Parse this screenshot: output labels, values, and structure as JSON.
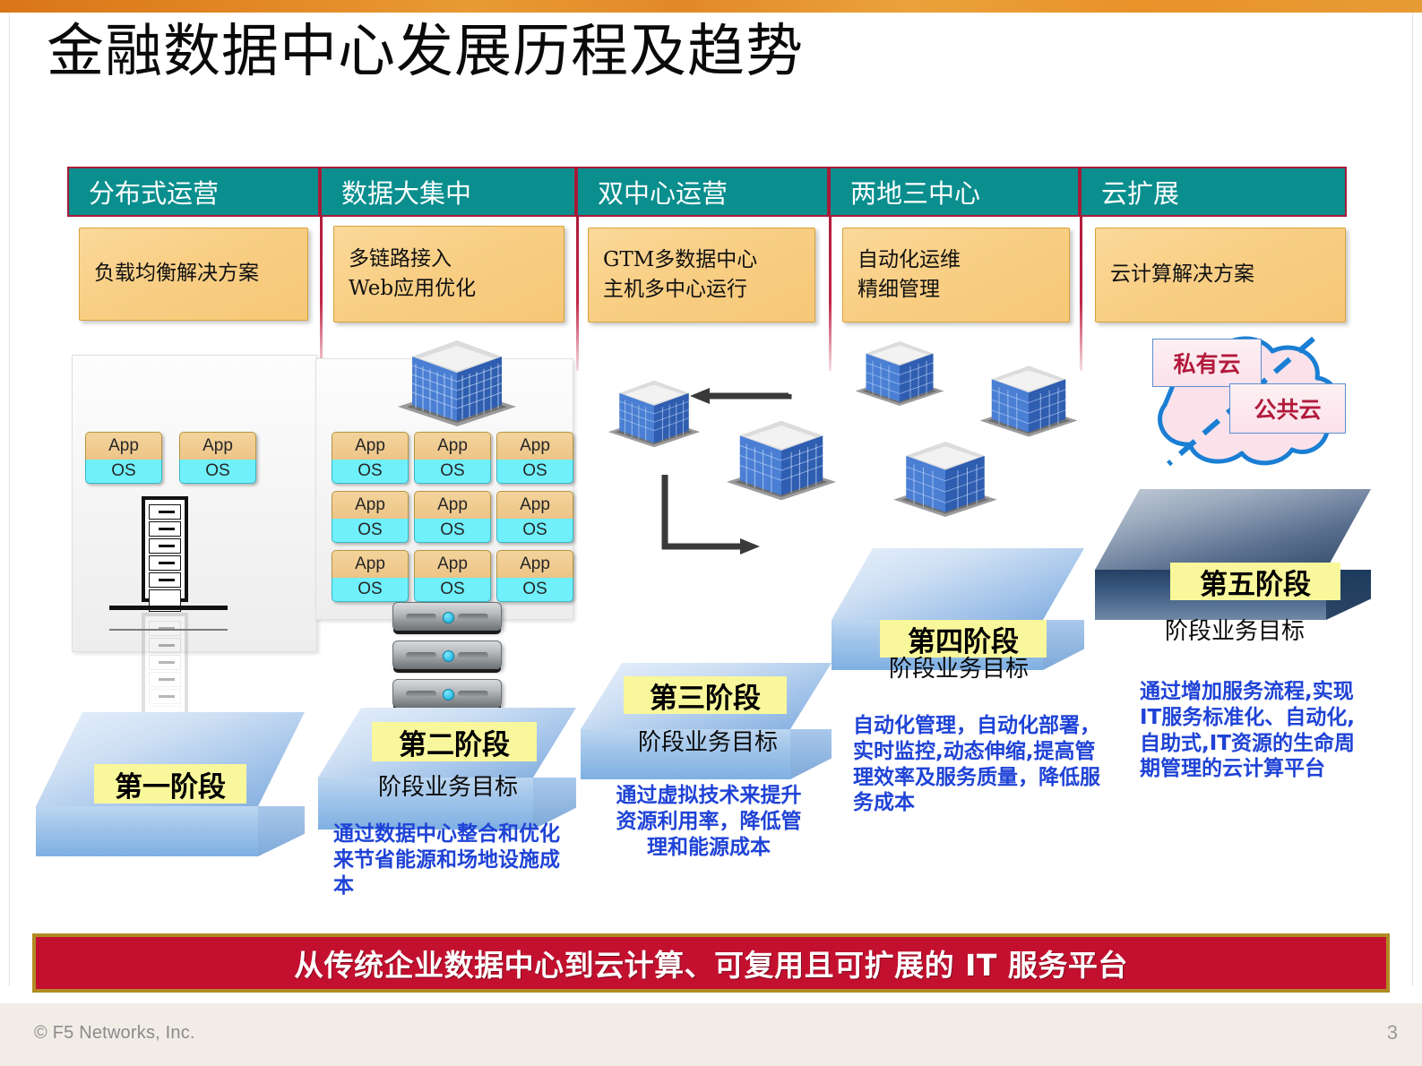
{
  "slide": {
    "title": "金融数据中心发展历程及趋势",
    "page_number": "3",
    "copyright": "© F5 Networks, Inc.",
    "banner": "从传统企业数据中心到云计算、可复用且可扩展的 IT 服务平台"
  },
  "colors": {
    "header_teal": "#0a8e8e",
    "divider_crimson": "#b01b3c",
    "solution_orange": "#f6c876",
    "stage_label_yellow": "#f9f79b",
    "description_blue": "#1f43d6",
    "banner_red": "#c4102f",
    "banner_gold_border": "#b08b23",
    "topbar_orange": "#e28523",
    "app_box": "#edc487",
    "os_box": "#6ff0fb",
    "cloud_outline": "#1a7fd4",
    "cloud_fill": "#fbe2ea",
    "cloud_text_red": "#b21a3c"
  },
  "columns": [
    {
      "header": "分布式运营",
      "solution": "负载均衡解决方案"
    },
    {
      "header": "数据大集中",
      "solution": "多链路接入\nWeb应用优化"
    },
    {
      "header": "双中心运营",
      "solution": "GTM多数据中心\n主机多中心运行"
    },
    {
      "header": "两地三中心",
      "solution": "自动化运维\n精细管理"
    },
    {
      "header": "云扩展",
      "solution": "云计算解决方案"
    }
  ],
  "stages": [
    {
      "label": "第一阶段",
      "goal": "",
      "description": ""
    },
    {
      "label": "第二阶段",
      "goal": "阶段业务目标",
      "description": "通过数据中心整合和优化来节省能源和场地设施成本"
    },
    {
      "label": "第三阶段",
      "goal": "阶段业务目标",
      "description": "通过虚拟技术来提升资源利用率，降低管理和能源成本"
    },
    {
      "label": "第四阶段",
      "goal": "阶段业务目标",
      "description": "自动化管理，自动化部署，实时监控,动态伸缩,提高管理效率及服务质量，降低服务成本"
    },
    {
      "label": "第五阶段",
      "goal": "阶段业务目标",
      "description": "通过增加服务流程,实现IT服务标准化、自动化,自助式,IT资源的生命周期管理的云计算平台"
    }
  ],
  "vm_labels": {
    "app": "App",
    "os": "OS"
  },
  "cloud": {
    "private": "私有云",
    "public": "公共云"
  }
}
